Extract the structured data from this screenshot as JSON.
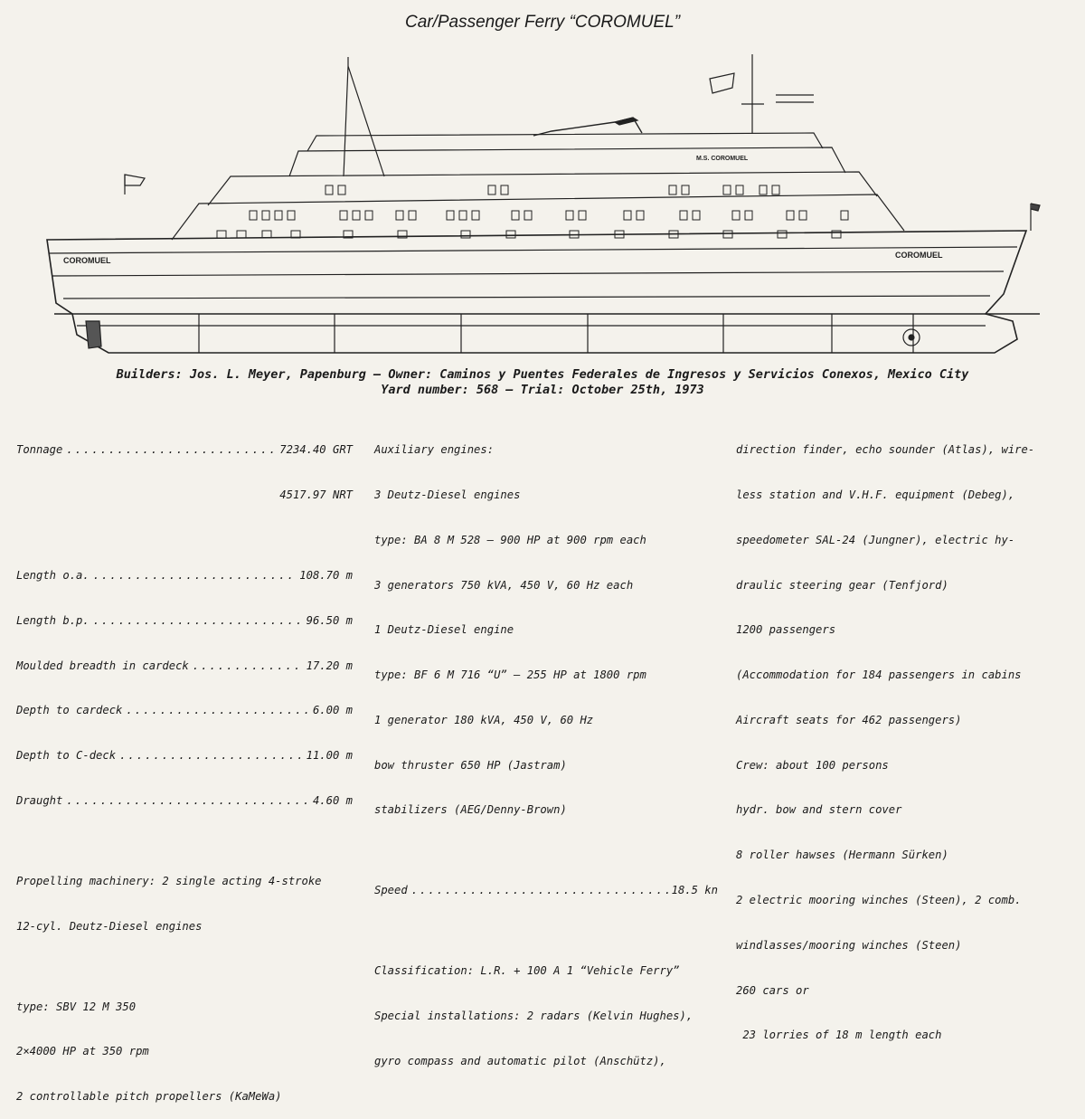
{
  "title": "Car/Passenger Ferry “COROMUEL”",
  "drawing": {
    "hull_name_stern": "COROMUEL",
    "hull_name_bow": "COROMUEL",
    "funnel_name": "M.S. COROMUEL"
  },
  "caption": {
    "line1": "Builders: Jos. L. Meyer, Papenburg — Owner: Caminos y Puentes Federales de Ingresos y Servicios Conexos, Mexico City",
    "line2": "Yard number: 568 — Trial: October 25th, 1973"
  },
  "specs_left": [
    {
      "label": "Tonnage",
      "value": "7234.40 GRT"
    },
    {
      "label": "",
      "value": "4517.97 NRT"
    },
    {
      "label": "Length o.a.",
      "value": "108.70 m"
    },
    {
      "label": "Length b.p.",
      "value": "96.50 m"
    },
    {
      "label": "Moulded breadth in cardeck",
      "value": "17.20 m"
    },
    {
      "label": "Depth to cardeck",
      "value": "6.00 m"
    },
    {
      "label": "Depth to C-deck",
      "value": "11.00 m"
    },
    {
      "label": "Draught",
      "value": "4.60 m"
    }
  ],
  "propelling": [
    "Propelling machinery: 2 single acting 4-stroke",
    "12-cyl. Deutz-Diesel engines",
    "type: SBV 12 M 350",
    "2×4000 HP at 350 rpm",
    "2 controllable pitch propellers (KaMeWa)"
  ],
  "aux_lines": [
    "Auxiliary engines:",
    "3 Deutz-Diesel engines",
    "type: BA 8 M 528 — 900 HP at 900 rpm each",
    "3 generators 750 kVA, 450 V, 60 Hz each",
    "1 Deutz-Diesel engine",
    "type: BF 6 M 716 “U” — 255 HP at 1800 rpm",
    "1 generator 180 kVA, 450 V, 60 Hz",
    "bow thruster 650 HP (Jastram)",
    "stabilizers (AEG/Denny-Brown)"
  ],
  "speed": {
    "label": "Speed",
    "value": "18.5 kn"
  },
  "class_lines": [
    "Classification: L.R. + 100 A 1 “Vehicle Ferry”",
    "Special installations: 2 radars (Kelvin Hughes),",
    "gyro compass and automatic pilot (Anschütz),"
  ],
  "right_lines": [
    "direction finder, echo sounder (Atlas), wire-",
    "less station and V.H.F. equipment (Debeg),",
    "speedometer SAL-24 (Jungner), electric hy-",
    "draulic steering gear (Tenfjord)",
    "1200 passengers",
    "(Accommodation for 184 passengers in cabins",
    "Aircraft seats for 462 passengers)",
    "Crew: about 100 persons",
    "hydr. bow and stern cover",
    "8 roller hawses (Hermann Sürken)",
    "2 electric mooring winches (Steen), 2 comb.",
    "windlasses/mooring winches (Steen)",
    "260 cars or",
    " 23 lorries of 18 m length each"
  ]
}
